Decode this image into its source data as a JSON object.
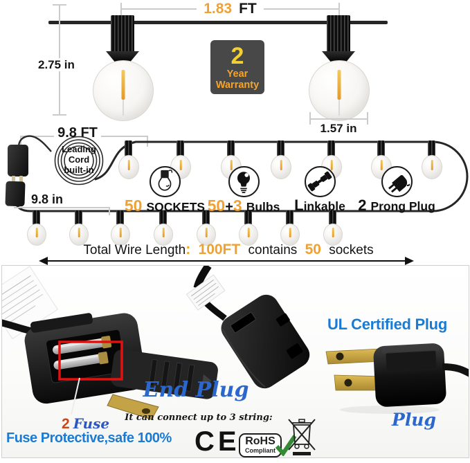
{
  "colors": {
    "accent_orange": "#EFA233",
    "warranty_yellow": "#F2D032",
    "warranty_orange": "#F5A42C",
    "blue_caption": "#1B7BD3",
    "blue_serif": "#2C67CC",
    "fuse_number_red": "#C7481C",
    "highlight_red": "#E41010",
    "check_green": "#358A35",
    "bulb_filament": "#E49A25"
  },
  "top_diagram": {
    "spacing": {
      "value": "1.83",
      "unit": "FT"
    },
    "drop_height": "2.75 in",
    "bulb_width": "1.57 in",
    "warranty": {
      "number": "2",
      "word1": "Year",
      "word2": "Warranty"
    }
  },
  "string_diagram": {
    "lead_length": "9.8 FT",
    "coil": {
      "line1": "Leading",
      "line2": "Cord",
      "line3": "built-in"
    },
    "socket_gap": "9.8 in",
    "features": [
      {
        "icon": "socket-outline-icon",
        "value": "50",
        "label": "SOCKETS"
      },
      {
        "icon": "bulb-filled-icon",
        "value": "50",
        "plus": "+",
        "extra": "3",
        "label": "Bulbs"
      },
      {
        "icon": "linkable-connector-icon",
        "lead": "L",
        "rest": "inkable"
      },
      {
        "icon": "two-prong-plug-icon",
        "value": "2",
        "label": "Prong Plug"
      }
    ],
    "total": {
      "prefix": "Total Wire Length",
      "colon": ":",
      "length": "100FT",
      "middle": "contains",
      "count": "50",
      "suffix": "sockets"
    }
  },
  "photo_section": {
    "fuse_callout": {
      "number": "2",
      "word": "Fuse"
    },
    "fuse_caption": "Fuse Protective,safe 100%",
    "end_plug_title": "End Plug",
    "end_plug_note": "It can connect up to 3 string:",
    "ul_title": "UL Certified Plug",
    "plug_caption": "Plug",
    "certifications": {
      "ce": "CE",
      "rohs_line1": "RoHS",
      "rohs_line2": "Compliant"
    }
  }
}
